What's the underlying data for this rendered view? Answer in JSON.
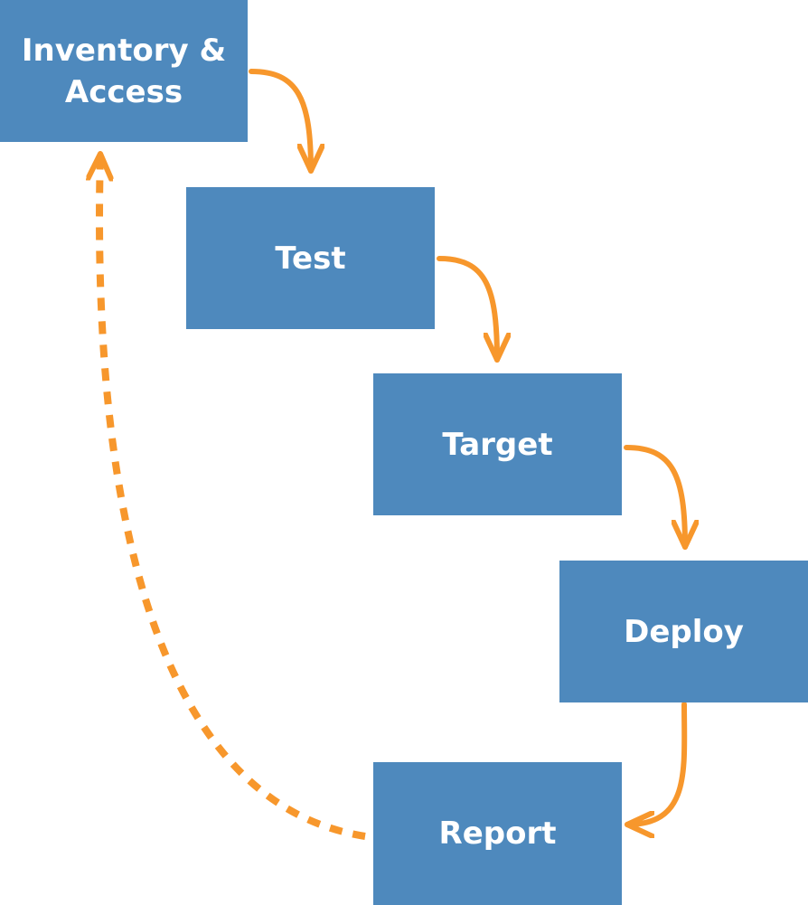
{
  "diagram": {
    "colors": {
      "box_fill": "#4e89bd",
      "box_text": "#ffffff",
      "arrow": "#f7972c",
      "background": "#ffffff"
    },
    "steps": [
      {
        "id": "inventory",
        "label": "Inventory & Access"
      },
      {
        "id": "test",
        "label": "Test"
      },
      {
        "id": "target",
        "label": "Target"
      },
      {
        "id": "deploy",
        "label": "Deploy"
      },
      {
        "id": "report",
        "label": "Report"
      }
    ],
    "connections": [
      {
        "from": "inventory",
        "to": "test",
        "style": "solid"
      },
      {
        "from": "test",
        "to": "target",
        "style": "solid"
      },
      {
        "from": "target",
        "to": "deploy",
        "style": "solid"
      },
      {
        "from": "deploy",
        "to": "report",
        "style": "solid"
      },
      {
        "from": "report",
        "to": "inventory",
        "style": "dashed"
      }
    ]
  }
}
